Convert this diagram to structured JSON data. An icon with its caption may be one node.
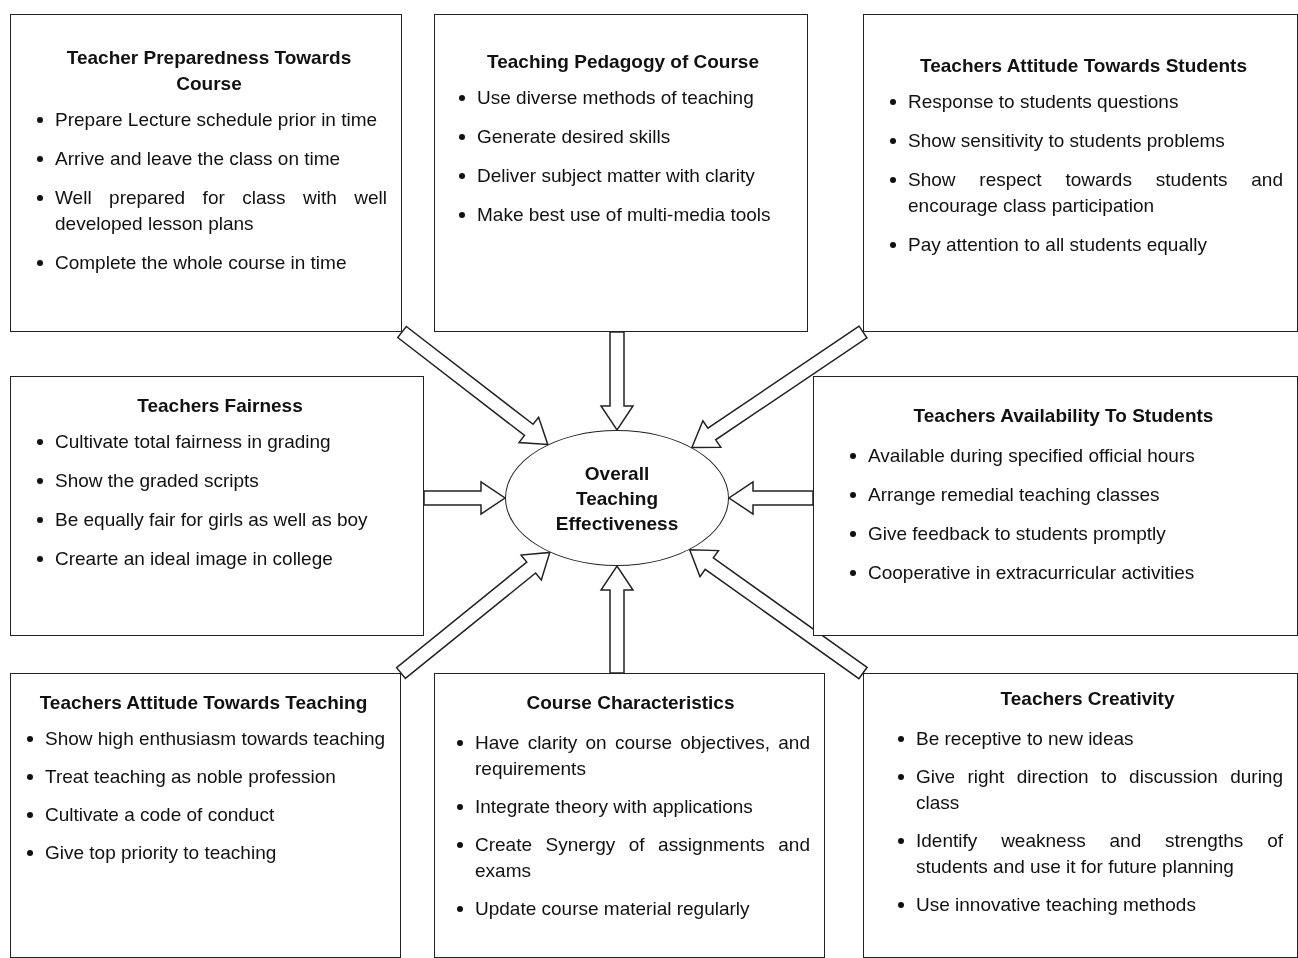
{
  "diagram": {
    "nodes": [
      {
        "text": [
          "Teacher Preparedness Towards Course",
          "Prepare Lecture schedule prior in time",
          "Arrive and leave the class on time",
          "Well prepared for class with well developed lesson plans",
          "Complete the whole course in time"
        ]
      },
      {
        "text": [
          "Teaching Pedagogy of Course",
          "Use diverse methods of teaching",
          "Generate desired skills",
          "Deliver subject matter with clarity",
          "Make best use of multi-media tools"
        ]
      },
      {
        "text": [
          "Teachers Attitude Towards Students",
          "Response to students questions",
          "Show sensitivity to students problems",
          "Show respect towards students and encourage class participation",
          "Pay attention to all students equally"
        ]
      },
      {
        "text": [
          "Teachers Fairness",
          "Cultivate total fairness in grading",
          "Show the graded scripts",
          "Be equally fair for girls as well as boy",
          "Crearte an ideal image in college"
        ]
      },
      {
        "text": [
          "Overall Teaching Effectiveness"
        ]
      },
      {
        "text": [
          "Teachers Availability To Students",
          "Available during specified official hours",
          "Arrange remedial teaching classes",
          "Give feedback to students promptly",
          "Cooperative in extracurricular activities"
        ]
      },
      {
        "text": [
          "Teachers Attitude Towards Teaching",
          "Show high enthusiasm towards teaching",
          "Treat teaching as noble profession",
          "Cultivate a code of conduct",
          "Give top priority to teaching"
        ]
      },
      {
        "text": [
          "Course Characteristics",
          "Have clarity on course objectives, and requirements",
          "Integrate theory with applications",
          "Create Synergy of assignments and exams",
          "Update course material regularly"
        ]
      },
      {
        "text": [
          "Teachers Creativity",
          "Be receptive to new ideas",
          "Give right direction to discussion during class",
          "Identify weakness and strengths of students and use it for future planning",
          "Use innovative teaching methods"
        ]
      }
    ],
    "edges": [
      {
        "from": 0,
        "to": 4,
        "arrow": "to"
      },
      {
        "from": 1,
        "to": 4,
        "arrow": "to"
      },
      {
        "from": 2,
        "to": 4,
        "arrow": "to"
      },
      {
        "from": 3,
        "to": 4,
        "arrow": "to"
      },
      {
        "from": 5,
        "to": 4,
        "arrow": "to"
      },
      {
        "from": 6,
        "to": 4,
        "arrow": "to"
      },
      {
        "from": 7,
        "to": 4,
        "arrow": "to"
      },
      {
        "from": 8,
        "to": 4,
        "arrow": "to"
      }
    ]
  }
}
